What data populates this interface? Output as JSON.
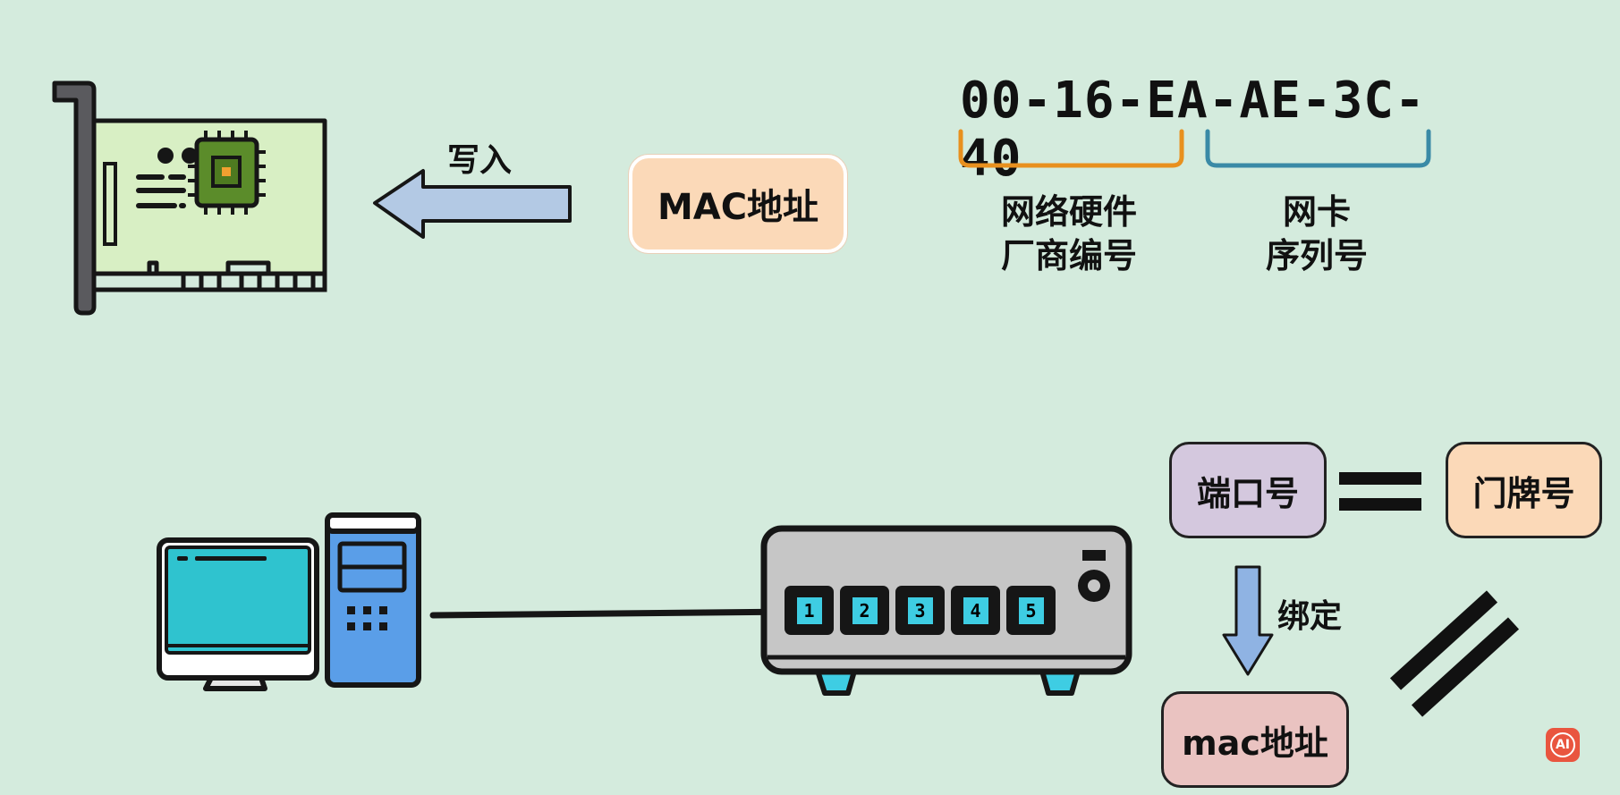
{
  "top": {
    "write_label": "写入",
    "mac_box_label": "MAC地址",
    "mac_address": "00-16-EA-AE-3C-40",
    "vendor_label": [
      "网络硬件",
      "厂商编号"
    ],
    "serial_label": [
      "网卡",
      "序列号"
    ]
  },
  "bottom": {
    "port_box_label": "端口号",
    "house_box_label": "门牌号",
    "bind_label": "绑定",
    "mac_box_label": "mac地址",
    "switch_ports": [
      "1",
      "2",
      "3",
      "4",
      "5"
    ]
  },
  "badge": {
    "label": "AI"
  },
  "colors": {
    "background": "#d4ebdd",
    "mac_box": "#fbd9b8",
    "port_box": "#d4c8de",
    "house_box": "#fbd9b8",
    "mac_lower_box": "#eac3c1",
    "arrow_fill": "#b3c9e4",
    "vendor_bracket": "#e8901e",
    "serial_bracket": "#3a8aa6",
    "badge": "#e9553f"
  }
}
